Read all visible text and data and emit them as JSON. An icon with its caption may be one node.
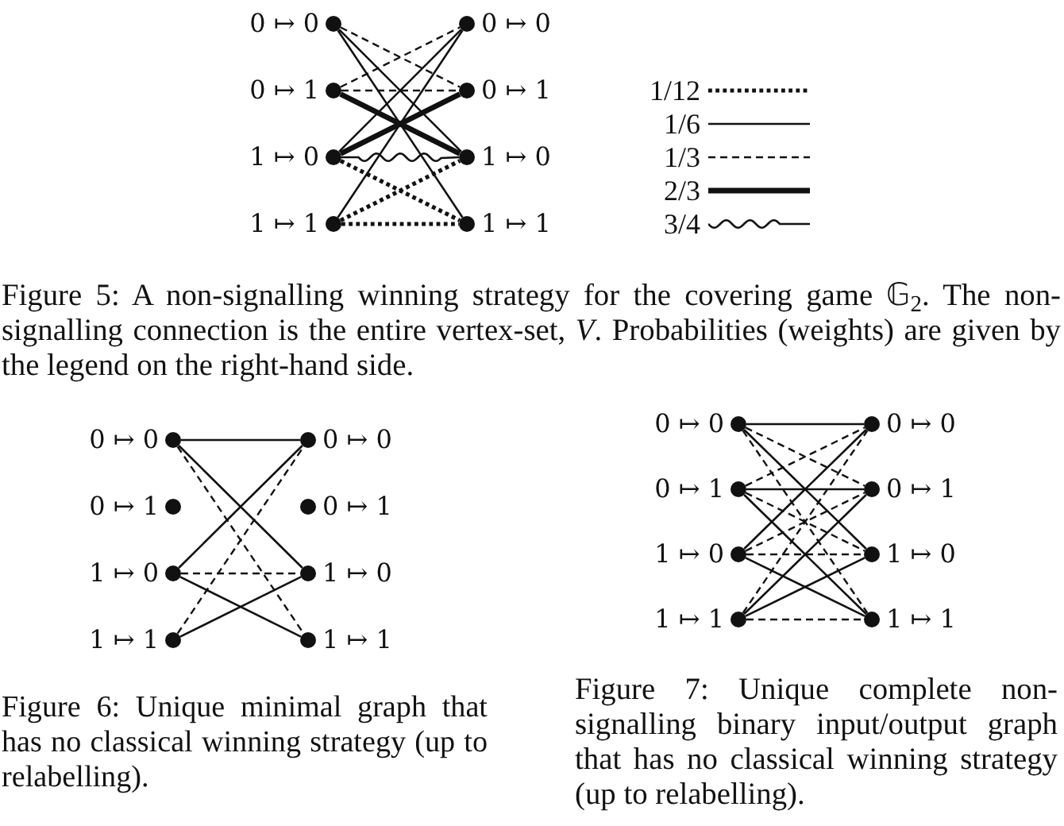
{
  "diagram": {
    "nodes": [
      {
        "text": [],
        "shape": "circle",
        "beside": [
          "0 ↦ 0"
        ]
      },
      {
        "text": [],
        "shape": "circle",
        "beside": [
          "0 ↦ 0"
        ]
      },
      {
        "text": [],
        "shape": "circle",
        "beside": [
          "0 ↦ 1"
        ]
      },
      {
        "text": [],
        "shape": "circle",
        "beside": [
          "0 ↦ 1"
        ]
      },
      {
        "text": [],
        "shape": "circle",
        "beside": [
          "1 ↦ 0"
        ]
      },
      {
        "text": [],
        "shape": "circle",
        "beside": [
          "1 ↦ 0"
        ]
      },
      {
        "text": [],
        "shape": "circle",
        "beside": [
          "1 ↦ 1"
        ]
      },
      {
        "text": [],
        "shape": "circle",
        "beside": [
          "1 ↦ 1"
        ]
      },
      {
        "text": [],
        "shape": "circle",
        "beside": [
          "0 ↦ 0"
        ]
      },
      {
        "text": [],
        "shape": "circle",
        "beside": [
          "0 ↦ 0"
        ]
      },
      {
        "text": [],
        "shape": "circle",
        "beside": [
          "0 ↦ 1"
        ]
      },
      {
        "text": [],
        "shape": "circle",
        "beside": [
          "0 ↦ 1"
        ]
      },
      {
        "text": [],
        "shape": "circle",
        "beside": [
          "1 ↦ 0"
        ]
      },
      {
        "text": [],
        "shape": "circle",
        "beside": [
          "1 ↦ 0"
        ]
      },
      {
        "text": [],
        "shape": "circle",
        "beside": [
          "1 ↦ 1"
        ]
      },
      {
        "text": [],
        "shape": "circle",
        "beside": [
          "1 ↦ 1"
        ]
      },
      {
        "text": [],
        "shape": "circle",
        "beside": [
          "0 ↦ 0"
        ]
      },
      {
        "text": [],
        "shape": "circle",
        "beside": [
          "0 ↦ 0"
        ]
      },
      {
        "text": [],
        "shape": "circle",
        "beside": [
          "0 ↦ 1"
        ]
      },
      {
        "text": [],
        "shape": "circle",
        "beside": [
          "0 ↦ 1"
        ]
      },
      {
        "text": [],
        "shape": "circle",
        "beside": [
          "1 ↦ 0"
        ]
      },
      {
        "text": [],
        "shape": "circle",
        "beside": [
          "1 ↦ 0"
        ]
      },
      {
        "text": [],
        "shape": "circle",
        "beside": [
          "1 ↦ 1"
        ]
      },
      {
        "text": [],
        "shape": "circle",
        "beside": [
          "1 ↦ 1"
        ]
      }
    ],
    "edges": [
      {
        "from": 0,
        "to": 3,
        "arrow": "none",
        "style": "dashed"
      },
      {
        "from": 2,
        "to": 1,
        "arrow": "none",
        "style": "dashed"
      },
      {
        "from": 2,
        "to": 3,
        "arrow": "none",
        "style": "dashed"
      },
      {
        "from": 0,
        "to": 5,
        "arrow": "none"
      },
      {
        "from": 0,
        "to": 7,
        "arrow": "none"
      },
      {
        "from": 4,
        "to": 1,
        "arrow": "none"
      },
      {
        "from": 6,
        "to": 1,
        "arrow": "none"
      },
      {
        "from": 2,
        "to": 5,
        "arrow": "none",
        "style": "thick"
      },
      {
        "from": 4,
        "to": 3,
        "arrow": "none",
        "style": "thick"
      },
      {
        "from": 4,
        "to": 5,
        "arrow": "none"
      },
      {
        "from": 4,
        "to": 7,
        "arrow": "none",
        "style": "dashed"
      },
      {
        "from": 6,
        "to": 5,
        "arrow": "none",
        "style": "dashed"
      },
      {
        "from": 6,
        "to": 7,
        "arrow": "none",
        "style": "dashed"
      },
      {
        "from": 8,
        "to": 9,
        "arrow": "none"
      },
      {
        "from": 8,
        "to": 13,
        "arrow": "none"
      },
      {
        "from": 8,
        "to": 15,
        "arrow": "none",
        "style": "dashed"
      },
      {
        "from": 12,
        "to": 9,
        "arrow": "none"
      },
      {
        "from": 14,
        "to": 9,
        "arrow": "none",
        "style": "dashed"
      },
      {
        "from": 12,
        "to": 13,
        "arrow": "none",
        "style": "dashed"
      },
      {
        "from": 12,
        "to": 15,
        "arrow": "none"
      },
      {
        "from": 14,
        "to": 13,
        "arrow": "none"
      },
      {
        "from": 16,
        "to": 17,
        "arrow": "none"
      },
      {
        "from": 16,
        "to": 19,
        "arrow": "none",
        "style": "dashed"
      },
      {
        "from": 16,
        "to": 21,
        "arrow": "none"
      },
      {
        "from": 16,
        "to": 23,
        "arrow": "none",
        "style": "dashed"
      },
      {
        "from": 18,
        "to": 17,
        "arrow": "none",
        "style": "dashed"
      },
      {
        "from": 18,
        "to": 19,
        "arrow": "none"
      },
      {
        "from": 18,
        "to": 21,
        "arrow": "none",
        "style": "dashed"
      },
      {
        "from": 18,
        "to": 23,
        "arrow": "none"
      },
      {
        "from": 20,
        "to": 17,
        "arrow": "none"
      },
      {
        "from": 20,
        "to": 19,
        "arrow": "none",
        "style": "dashed"
      },
      {
        "from": 20,
        "to": 21,
        "arrow": "none",
        "style": "dashed"
      },
      {
        "from": 20,
        "to": 23,
        "arrow": "none"
      },
      {
        "from": 22,
        "to": 17,
        "arrow": "none",
        "style": "dashed"
      },
      {
        "from": 22,
        "to": 19,
        "arrow": "none"
      },
      {
        "from": 22,
        "to": 21,
        "arrow": "none"
      },
      {
        "from": 22,
        "to": 23,
        "arrow": "none",
        "style": "dashed"
      }
    ],
    "labels": [
      "Figure 5: A non-signalling winning strategy for the covering game 𝔾$_{2}$. The non-signalling connection is the entire vertex-set, *V*. Probabilities (weights) are given by the legend on the right-hand side.",
      "Figure 6: Unique minimal graph that has no classical winning strategy (up to relabelling).",
      "Figure 7: Unique complete non-signalling binary input/output graph that has no classical winning strategy (up to relabelling)."
    ],
    "legend": [
      {
        "text": "1/12"
      },
      {
        "text": "1/6"
      },
      {
        "text": "1/3"
      },
      {
        "text": "2/3"
      },
      {
        "text": "3/4"
      }
    ]
  }
}
